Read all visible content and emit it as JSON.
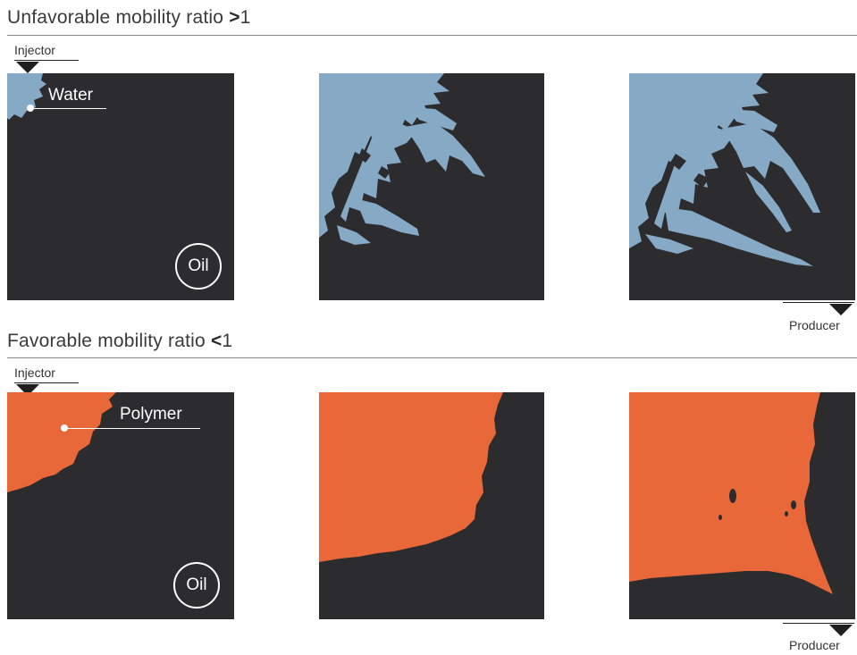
{
  "rows": [
    {
      "title": "Unfavorable mobility ratio",
      "symbol": ">",
      "value": "1",
      "injector_label": "Injector",
      "fluid_label": "Water",
      "oil_label": "Oil",
      "producer_label": "Producer",
      "fluid_color": "#86aac6"
    },
    {
      "title": "Favorable mobility ratio",
      "symbol": "<",
      "value": "1",
      "injector_label": "Injector",
      "fluid_label": "Polymer",
      "oil_label": "Oil",
      "producer_label": "Producer",
      "fluid_color": "#e8683a"
    }
  ],
  "colors": {
    "rock": "#2c2c2e",
    "water": "#86aac6",
    "polymer": "#e8683a"
  }
}
